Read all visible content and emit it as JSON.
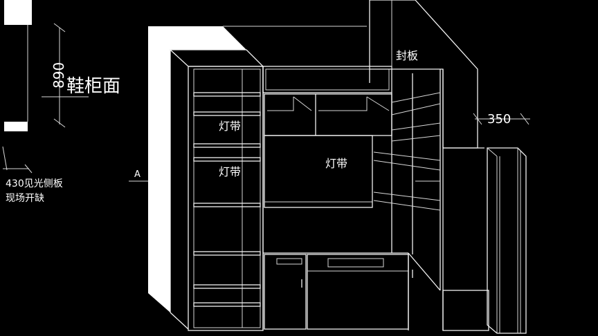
{
  "drawing": {
    "labels": {
      "shoe_cabinet": "鞋柜面",
      "dim_890": "890",
      "dim_350": "350",
      "note_line1": "430见光侧板",
      "note_line2": "现场开缺",
      "light_strip_1": "灯带",
      "light_strip_2": "灯带",
      "light_strip_3": "灯带",
      "seal_board": "封板",
      "section_mark": "A"
    },
    "colors": {
      "background": "#000000",
      "lines": "#ffffff"
    }
  }
}
